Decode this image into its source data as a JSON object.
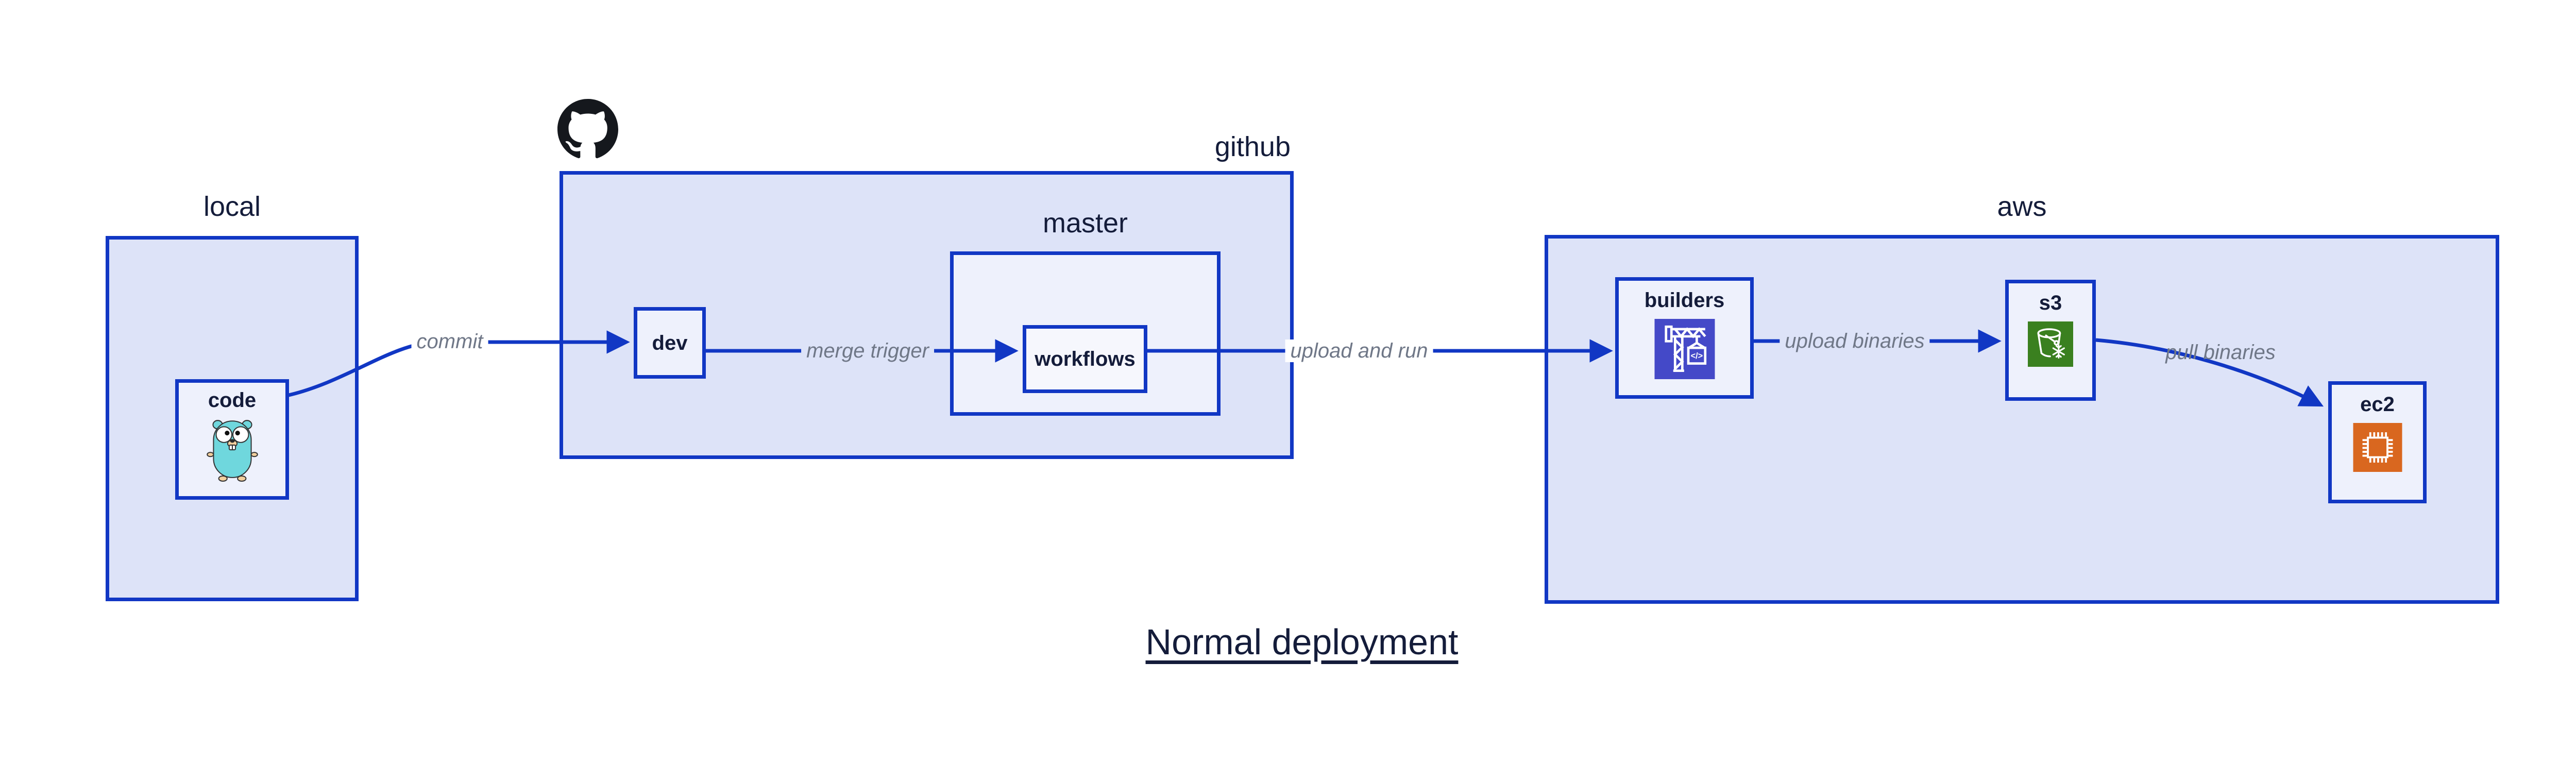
{
  "diagram": {
    "title": "Normal deployment"
  },
  "groups": {
    "local": {
      "label": "local"
    },
    "github": {
      "label": "github"
    },
    "master": {
      "label": "master"
    },
    "aws": {
      "label": "aws"
    }
  },
  "nodes": {
    "code": {
      "label": "code",
      "icon": "go-gopher-icon"
    },
    "dev": {
      "label": "dev"
    },
    "workflows": {
      "label": "workflows"
    },
    "builders": {
      "label": "builders",
      "icon": "codebuild-crane-icon",
      "icon_glyph": "</>"
    },
    "s3": {
      "label": "s3",
      "icon": "s3-glacier-bucket-icon"
    },
    "ec2": {
      "label": "ec2",
      "icon": "ec2-chip-icon"
    }
  },
  "edges": {
    "commit": {
      "label": "commit"
    },
    "merge_trigger": {
      "label": "merge trigger"
    },
    "upload_and_run": {
      "label": "upload and run"
    },
    "upload_binaries": {
      "label": "upload binaries"
    },
    "pull_binaries": {
      "label": "pull binaries"
    }
  },
  "logos": {
    "github_mark": "github-octocat-logo"
  },
  "colors": {
    "stroke_blue": "#1137c4",
    "container_fill": "#dde3f8",
    "node_fill": "#eef1fc",
    "inner_node_fill": "#f6f7fd",
    "text_navy": "#141c3a",
    "edge_label_gray": "#6f7787",
    "codebuild_indigo": "#4449c8",
    "s3_green": "#3a801f",
    "ec2_orange": "#d9671f",
    "github_black": "#15181d",
    "gopher_teal": "#6fd7dd"
  }
}
